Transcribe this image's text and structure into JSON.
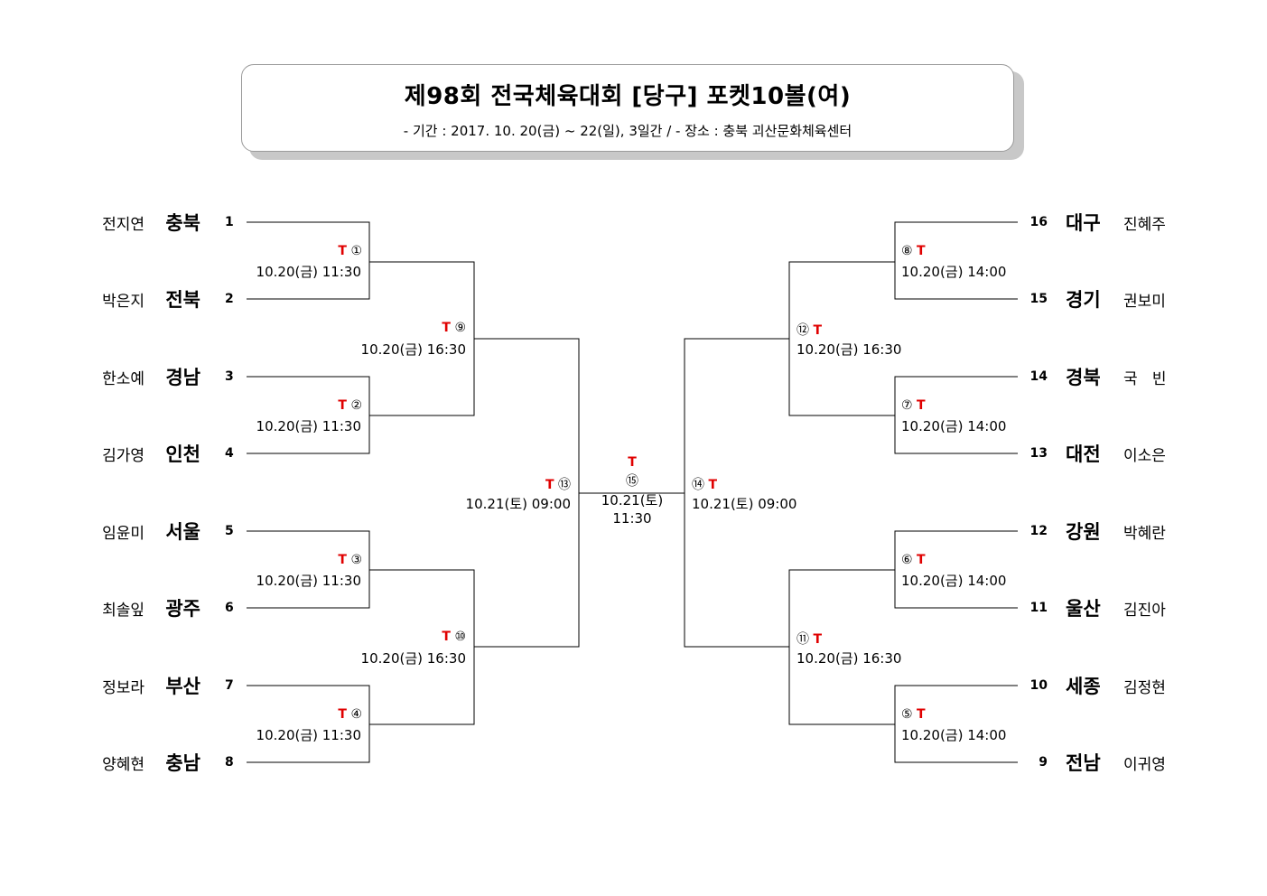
{
  "header": {
    "title": "제98회 전국체육대회 [당구] 포켓10볼(여)",
    "subtitle": "- 기간 : 2017. 10. 20(금) ~ 22(일), 3일간 / - 장소 : 충북 괴산문화체육센터"
  },
  "left": [
    {
      "name": "전지연",
      "region": "충북",
      "seed": "1"
    },
    {
      "name": "박은지",
      "region": "전북",
      "seed": "2"
    },
    {
      "name": "한소예",
      "region": "경남",
      "seed": "3"
    },
    {
      "name": "김가영",
      "region": "인천",
      "seed": "4"
    },
    {
      "name": "임윤미",
      "region": "서울",
      "seed": "5"
    },
    {
      "name": "최솔잎",
      "region": "광주",
      "seed": "6"
    },
    {
      "name": "정보라",
      "region": "부산",
      "seed": "7"
    },
    {
      "name": "양혜현",
      "region": "충남",
      "seed": "8"
    }
  ],
  "right": [
    {
      "name": "진혜주",
      "region": "대구",
      "seed": "16"
    },
    {
      "name": "권보미",
      "region": "경기",
      "seed": "15"
    },
    {
      "name": "국   빈",
      "region": "경북",
      "seed": "14"
    },
    {
      "name": "이소은",
      "region": "대전",
      "seed": "13"
    },
    {
      "name": "박혜란",
      "region": "강원",
      "seed": "12"
    },
    {
      "name": "김진아",
      "region": "울산",
      "seed": "11"
    },
    {
      "name": "김정현",
      "region": "세종",
      "seed": "10"
    },
    {
      "name": "이귀영",
      "region": "전남",
      "seed": "9"
    }
  ],
  "matches": {
    "m1": {
      "num": "①",
      "t": "T",
      "date": "10.20(금)  11:30"
    },
    "m2": {
      "num": "②",
      "t": "T",
      "date": "10.20(금)  11:30"
    },
    "m3": {
      "num": "③",
      "t": "T",
      "date": "10.20(금)  11:30"
    },
    "m4": {
      "num": "④",
      "t": "T",
      "date": "10.20(금)  11:30"
    },
    "m5": {
      "num": "⑤",
      "t": "T",
      "date": "10.20(금)  14:00"
    },
    "m6": {
      "num": "⑥",
      "t": "T",
      "date": "10.20(금)  14:00"
    },
    "m7": {
      "num": "⑦",
      "t": "T",
      "date": "10.20(금)  14:00"
    },
    "m8": {
      "num": "⑧",
      "t": "T",
      "date": "10.20(금)  14:00"
    },
    "m9": {
      "num": "⑨",
      "t": "T",
      "date": "10.20(금)  16:30"
    },
    "m10": {
      "num": "⑩",
      "t": "T",
      "date": "10.20(금)  16:30"
    },
    "m11": {
      "num": "⑪",
      "t": "T",
      "date": "10.20(금)  16:30"
    },
    "m12": {
      "num": "⑫",
      "t": "T",
      "date": "10.20(금)  16:30"
    },
    "m13": {
      "num": "⑬",
      "t": "T",
      "date": "10.21(토)  09:00"
    },
    "m14": {
      "num": "⑭",
      "t": "T",
      "date": "10.21(토)  09:00"
    },
    "m15": {
      "num": "⑮",
      "t": "T",
      "date": "10.21(토)",
      "time": "11:30"
    }
  }
}
